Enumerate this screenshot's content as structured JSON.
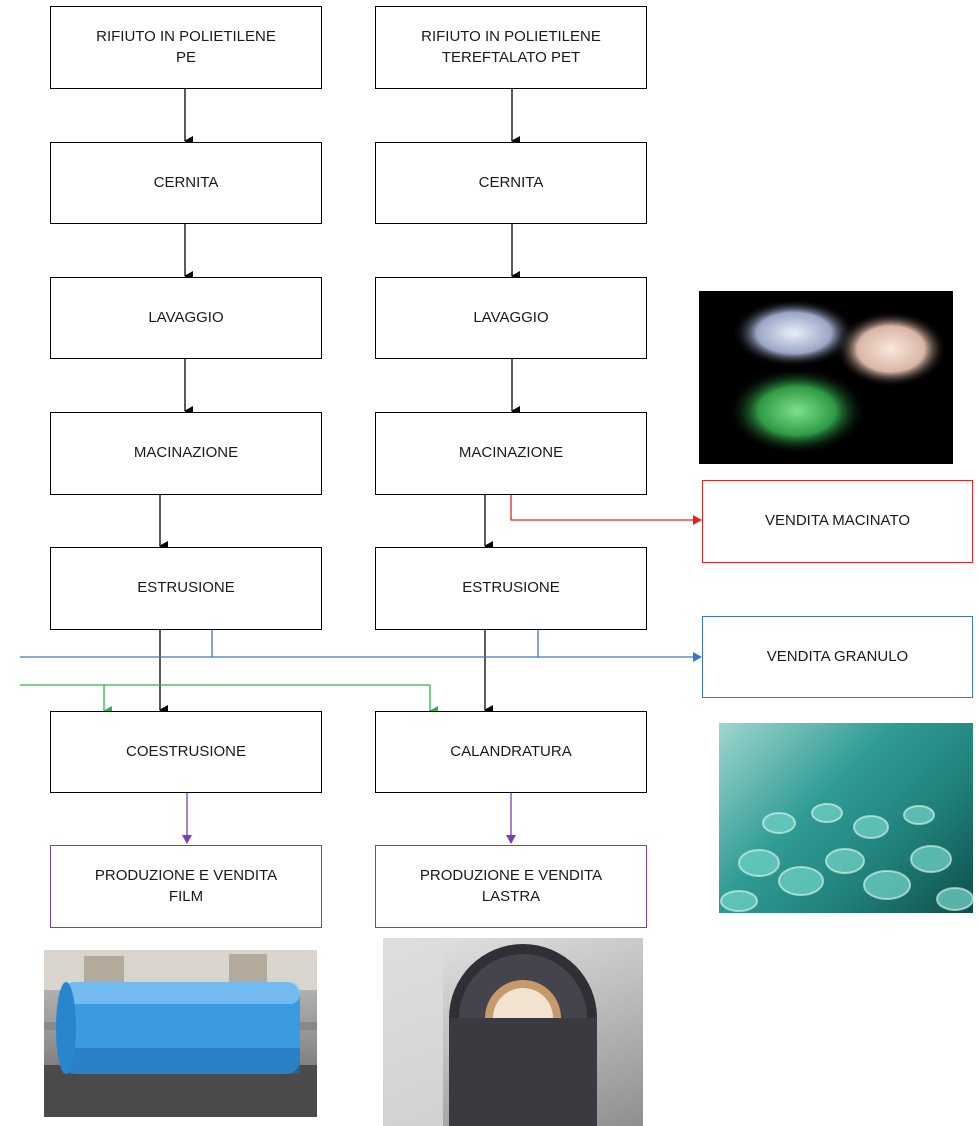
{
  "left_column": {
    "source": "RIFIUTO IN POLIETILENE\nPE",
    "sorting": "CERNITA",
    "washing": "LAVAGGIO",
    "grinding": "MACINAZIONE",
    "extrusion": "ESTRUSIONE",
    "coextrusion": "COESTRUSIONE",
    "product": "PRODUZIONE E VENDITA\nFILM"
  },
  "right_column": {
    "source": "RIFIUTO IN POLIETILENE\nTEREFTALATO PET",
    "sorting": "CERNITA",
    "washing": "LAVAGGIO",
    "grinding": "MACINAZIONE",
    "extrusion": "ESTRUSIONE",
    "calendering": "CALANDRATURA",
    "product": "PRODUZIONE E VENDITA\nLASTRA"
  },
  "sales": {
    "ground": "VENDITA MACINATO",
    "granule": "VENDITA GRANULO"
  },
  "colors": {
    "black": "#000000",
    "red": "#e8231f",
    "blue": "#3a77c9",
    "green": "#2db34a",
    "purple": "#7a3fb0"
  }
}
